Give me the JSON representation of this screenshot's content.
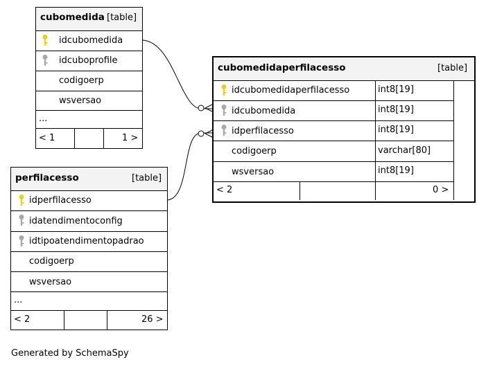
{
  "tables": {
    "cubomedida": {
      "name": "cubomedida",
      "type": "[table]",
      "columns": [
        "idcubomedida",
        "idcuboprofile",
        "codigoerp",
        "wsversao"
      ],
      "more": "...",
      "footer": {
        "left": "< 1",
        "right": "1 >"
      }
    },
    "perfilacesso": {
      "name": "perfilacesso",
      "type": "[table]",
      "columns": [
        "idperfilacesso",
        "idatendimentoconfig",
        "idtipoatendimentopadrao",
        "codigoerp",
        "wsversao"
      ],
      "more": "...",
      "footer": {
        "left": "< 2",
        "right": "26 >"
      }
    },
    "cubomedidaperfilacesso": {
      "name": "cubomedidaperfilacesso",
      "type": "[table]",
      "columns": [
        {
          "name": "idcubomedidaperfilacesso",
          "type": "int8[19]"
        },
        {
          "name": "idcubomedida",
          "type": "int8[19]"
        },
        {
          "name": "idperfilacesso",
          "type": "int8[19]"
        },
        {
          "name": "codigoerp",
          "type": "varchar[80]"
        },
        {
          "name": "wsversao",
          "type": "int8[19]"
        }
      ],
      "footer": {
        "left": "< 2",
        "right": "0 >"
      }
    }
  },
  "colors": {
    "primary_key": "#e8d020",
    "foreign_key": "#a8a8a8",
    "header_bg": "#f3f3f3"
  },
  "footer_credit": "Generated by SchemaSpy"
}
